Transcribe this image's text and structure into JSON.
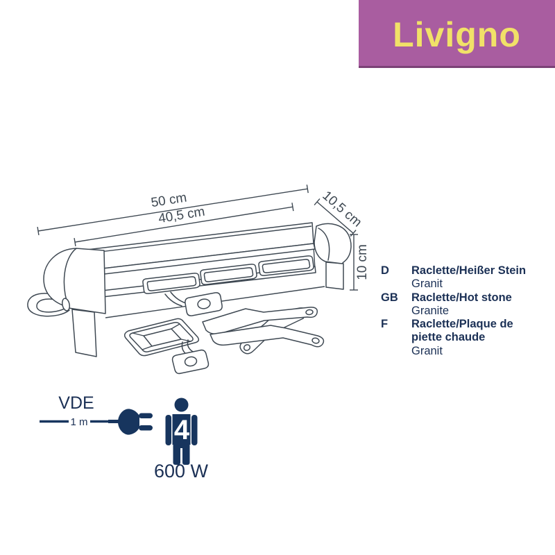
{
  "banner": {
    "title": "Livigno"
  },
  "colors": {
    "banner_bg": "#a95da0",
    "banner_border": "#7b4276",
    "banner_text": "#f1e168",
    "text_navy": "#1b3055",
    "icon_navy": "#17355e",
    "line_art": "#3e4852"
  },
  "diagram": {
    "dims": {
      "length_total": "50 cm",
      "length_plate": "40,5 cm",
      "depth": "10,5 cm",
      "height": "10 cm"
    }
  },
  "languages": [
    {
      "code": "D",
      "title": "Raclette/Heißer Stein",
      "material": "Granit"
    },
    {
      "code": "GB",
      "title": "Raclette/Hot stone",
      "material": "Granite"
    },
    {
      "code": "F",
      "title": "Raclette/Plaque de",
      "title2": "piette chaude",
      "material": "Granit"
    }
  ],
  "specs": {
    "certification": "VDE",
    "cable_length": "1 m",
    "persons": "4",
    "power": "600 W"
  }
}
